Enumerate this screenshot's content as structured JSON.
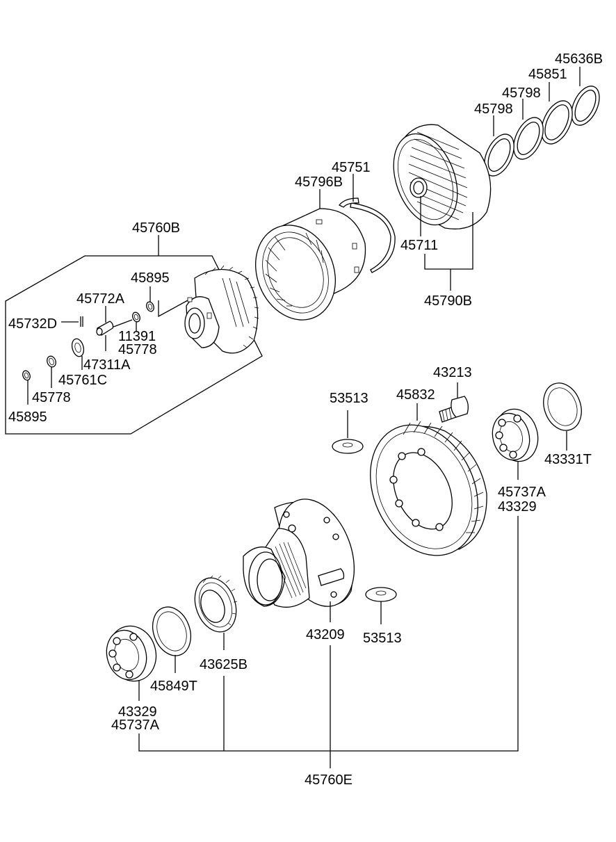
{
  "labels": {
    "p45636B": "45636B",
    "p45851": "45851",
    "p45798a": "45798",
    "p45798b": "45798",
    "p45751": "45751",
    "p45796B": "45796B",
    "p45711": "45711",
    "p45790B": "45790B",
    "p45760B": "45760B",
    "p45895a": "45895",
    "p45772A": "45772A",
    "p45732D": "45732D",
    "p11391": "11391",
    "p45778a": "45778",
    "p47311A": "47311A",
    "p45761C": "45761C",
    "p45778b": "45778",
    "p45895b": "45895",
    "p43213": "43213",
    "p53513a": "53513",
    "p45832": "45832",
    "p43331T": "43331T",
    "p45737Aa": "45737A",
    "p43329a": "43329",
    "p43209": "43209",
    "p53513b": "53513",
    "p43625B": "43625B",
    "p45849T": "45849T",
    "p43329b": "43329",
    "p45737Ab": "45737A",
    "p45760E": "45760E"
  }
}
